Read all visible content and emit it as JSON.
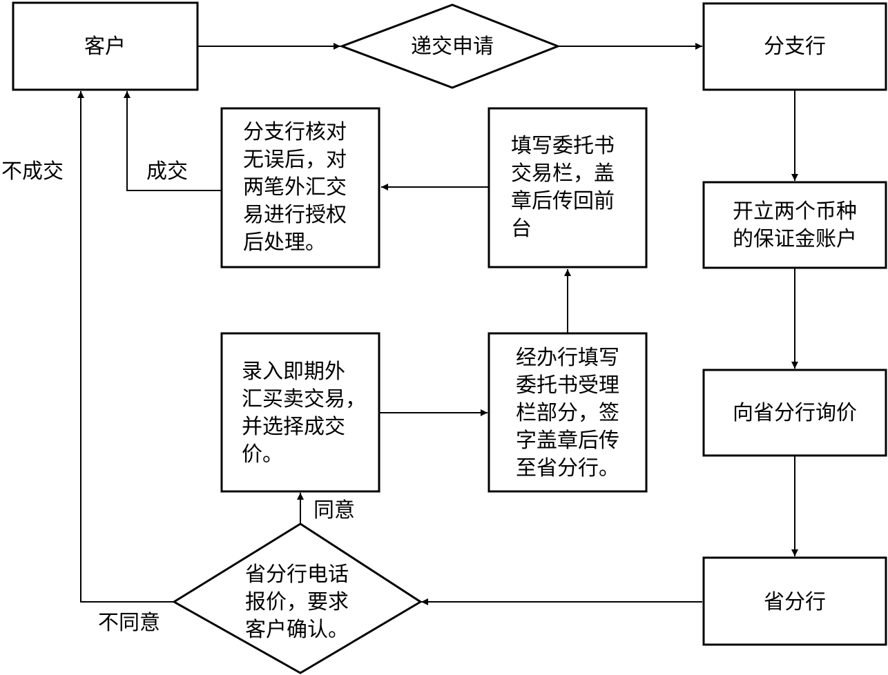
{
  "nodes": {
    "customer": {
      "lines": [
        "客户"
      ]
    },
    "submit": {
      "lines": [
        "递交申请"
      ]
    },
    "branch": {
      "lines": [
        "分支行"
      ]
    },
    "open_accounts": {
      "lines": [
        "开立两个币种",
        "的保证金账户"
      ]
    },
    "inquire": {
      "lines": [
        "向省分行询价"
      ]
    },
    "province": {
      "lines": [
        "省分行"
      ]
    },
    "quote": {
      "lines": [
        "省分行电话",
        "报价，要求",
        "客户确认。"
      ]
    },
    "enter_trade": {
      "lines": [
        "录入即期外",
        "汇买卖交易，",
        "并选择成交",
        "价。"
      ]
    },
    "fill_acceptance": {
      "lines": [
        "经办行填写",
        "委托书受理",
        "栏部分，签",
        "字盖章后传",
        "至省分行。"
      ]
    },
    "fill_trade": {
      "lines": [
        "填写委托书",
        "交易栏，盖",
        "章后传回前",
        "台"
      ]
    },
    "authorize": {
      "lines": [
        "分支行核对",
        "无误后，对",
        "两笔外汇交",
        "易进行授权",
        "后处理。"
      ]
    }
  },
  "labels": {
    "deal": "成交",
    "no_deal": "不成交",
    "agree": "同意",
    "disagree": "不同意"
  }
}
